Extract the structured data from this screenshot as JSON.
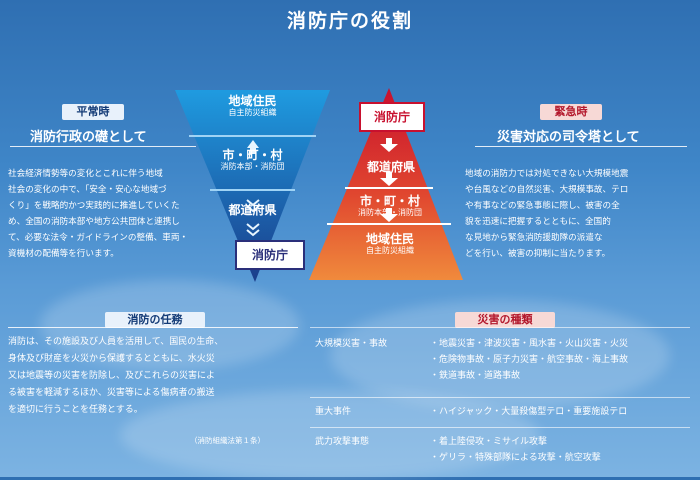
{
  "title": "消防庁の役割",
  "normal": {
    "label": "平常時",
    "heading": "消防行政の礎として",
    "lines": [
      "社会経済情勢等の変化とこれに伴う地域",
      "社会の変化の中で、「安全・安心な地域づ",
      "くり」を戦略的かつ実践的に推進していくた",
      "め、全国の消防本部や地方公共団体と連携し",
      "て、必要な法令・ガイドラインの整備、車両・",
      "資機材の配備等を行います。"
    ]
  },
  "emergency": {
    "label": "緊急時",
    "heading": "災害対応の司令塔として",
    "lines": [
      "地域の消防力では対処できない大規模地震",
      "や台風などの自然災害、大規模事故、テロ",
      "や有事などの緊急事態に際し、被害の全",
      "貌を迅速に把握するとともに、全国的",
      "な見地から緊急消防援助隊の派遣な",
      "どを行い、被害の抑制に当たります。"
    ]
  },
  "inverted_pyramid": {
    "top_title": "地域住民",
    "top_sub": "自主防災組織",
    "middle_title": "市・町・村",
    "middle_sub": "消防本部・消防団",
    "lower_title": "都道府県",
    "bottom_box": "消防庁"
  },
  "pyramid": {
    "top_box": "消防庁",
    "level1": "都道府県",
    "level2_title": "市・町・村",
    "level2_sub": "消防本部・消防団",
    "level3_title": "地域住民",
    "level3_sub": "自主防災組織"
  },
  "mission": {
    "label": "消防の任務",
    "lines": [
      "消防は、その施設及び人員を活用して、国民の生命、",
      "身体及び財産を火災から保護するとともに、水火災",
      "又は地震等の災害を防除し、及びこれらの災害によ",
      "る被害を軽減するほか、災害等による傷病者の搬送",
      "を適切に行うことを任務とする。"
    ],
    "source": "（消防組織法第１条）"
  },
  "disaster_types": {
    "label": "災害の種類",
    "rows": [
      {
        "category": "大規模災害・事故",
        "items": [
          "・地震災害・津波災害・風水害・火山災害・火災",
          "・危険物事故・原子力災害・航空事故・海上事故",
          "・鉄道事故・道路事故"
        ]
      },
      {
        "category": "重大事件",
        "items": [
          "・ハイジャック・大量殺傷型テロ・重要施設テロ"
        ]
      },
      {
        "category": "武力攻撃事態",
        "items": [
          "・着上陸侵攻・ミサイル攻撃",
          "・ゲリラ・特殊部隊による攻撃・航空攻撃"
        ]
      }
    ]
  },
  "colors": {
    "inverted_top": "#1f9be0",
    "inverted_bottom": "#1a3d8a",
    "pyramid_top": "#c8102e",
    "pyramid_bottom": "#f08a3c",
    "fdma_blue": "#2a2f7a",
    "fdma_red": "#c8102e"
  }
}
